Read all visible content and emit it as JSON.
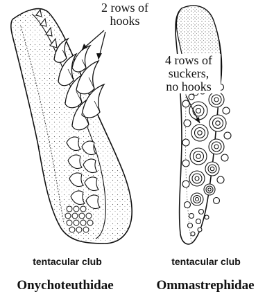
{
  "callouts": {
    "hooks": [
      "2 rows of",
      "hooks"
    ],
    "suckers": [
      "4 rows of",
      "suckers,",
      "no hooks"
    ]
  },
  "left": {
    "caption": "tentacular club",
    "family": "Onychoteuthidae"
  },
  "right": {
    "caption": "tentacular club",
    "family": "Ommastrephidae"
  },
  "colors": {
    "ink": "#111111",
    "stipple": "#9a9a9a",
    "paper": "#ffffff"
  }
}
